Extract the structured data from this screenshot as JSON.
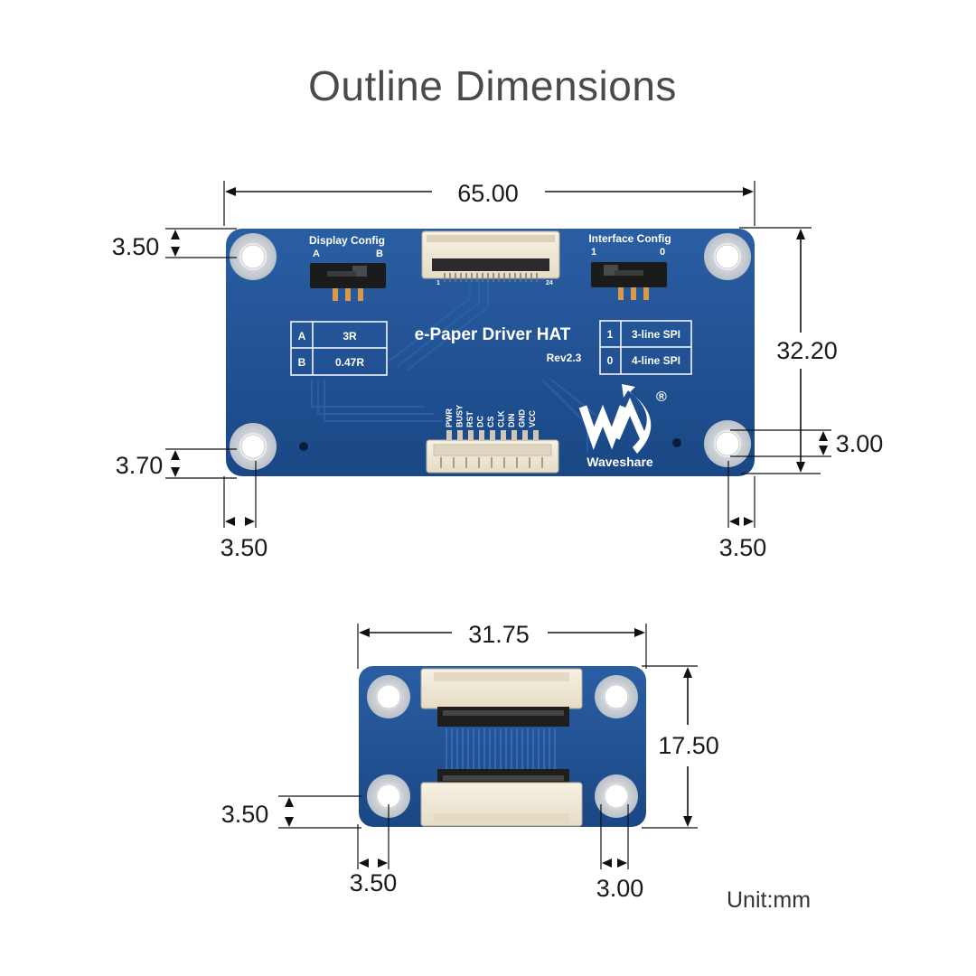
{
  "title": "Outline Dimensions",
  "unit_label": "Unit:mm",
  "colors": {
    "pcb": "#1d4f91",
    "silkscreen": "#ffffff",
    "connector": "#f1e8d6",
    "dimension_lines": "#111111"
  },
  "main_board": {
    "dimensions": {
      "width": "65.00",
      "height": "32.20",
      "top_hole_offset": "3.50",
      "bottom_hole_offset": "3.70",
      "right_hole_offset": "3.00",
      "left_hole_x": "3.50",
      "right_hole_x": "3.50"
    },
    "silkscreen": {
      "display_config": "Display Config",
      "display_a": "A",
      "display_b": "B",
      "interface_config": "Interface Config",
      "interface_1": "1",
      "interface_0": "0",
      "pin1": "1",
      "pin24": "24",
      "board_name": "e-Paper Driver HAT",
      "revision": "Rev2.3",
      "brand": "Waveshare",
      "registered": "®",
      "left_table": [
        {
          "key": "A",
          "value": "3R"
        },
        {
          "key": "B",
          "value": "0.47R"
        }
      ],
      "right_table": [
        {
          "key": "1",
          "value": "3-line SPI"
        },
        {
          "key": "0",
          "value": "4-line SPI"
        }
      ],
      "pins": [
        "PWR",
        "BUSY",
        "RST",
        "DC",
        "CS",
        "CLK",
        "DIN",
        "GND",
        "VCC"
      ]
    }
  },
  "adapter_board": {
    "dimensions": {
      "width": "31.75",
      "height": "17.50",
      "bottom_hole_offset": "3.50",
      "left_hole_x": "3.50",
      "right_hole_x": "3.00"
    }
  }
}
